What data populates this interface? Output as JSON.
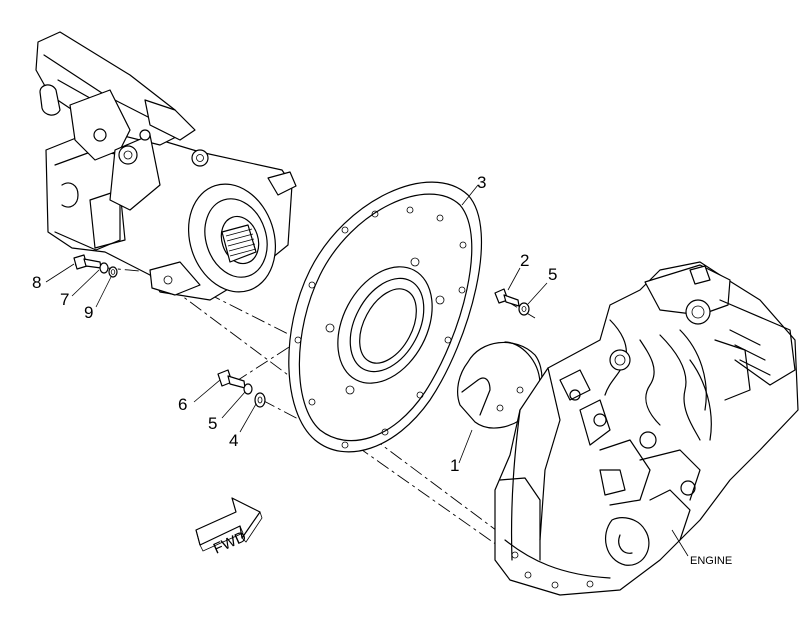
{
  "callouts": {
    "c1": "1",
    "c2": "2",
    "c3": "3",
    "c4": "4",
    "c5a": "5",
    "c5b": "5",
    "c6": "6",
    "c7": "7",
    "c8": "8",
    "c9": "9"
  },
  "labels": {
    "engine": "ENGINE",
    "fwd": "FWD"
  },
  "icons": {
    "direction": "fwd-arrow-icon"
  }
}
